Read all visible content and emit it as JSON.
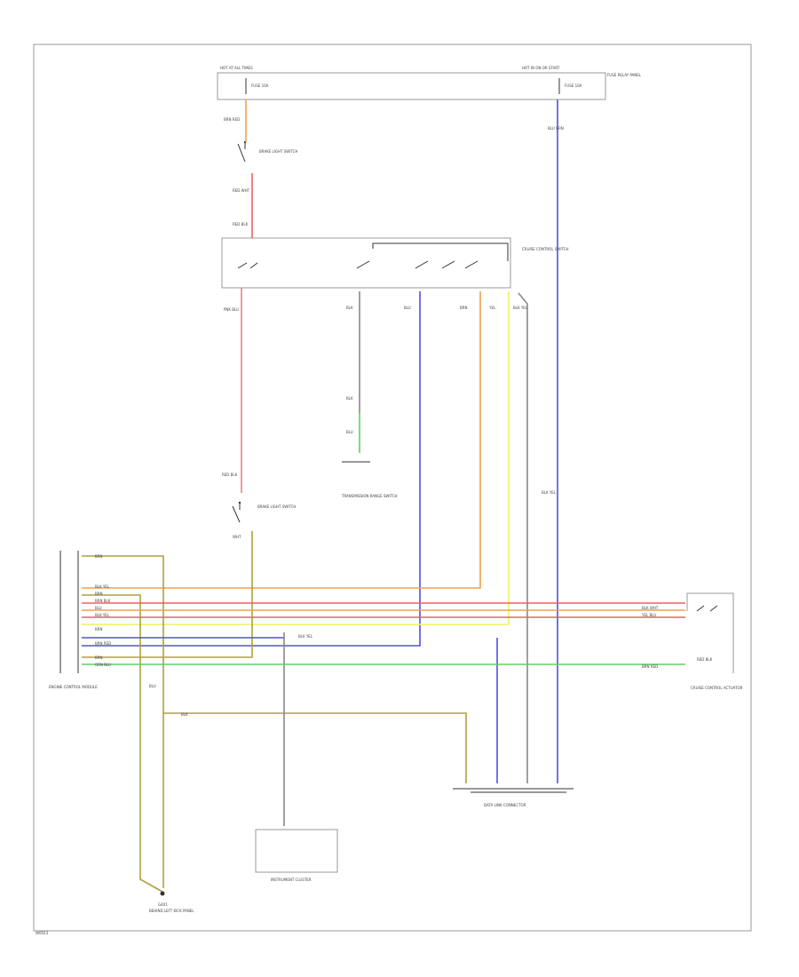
{
  "fuse_box": {
    "left_label": "HOT AT ALL TIMES",
    "right_label": "HOT IN ON OR START",
    "side_label": "FUSE RELAY PANEL",
    "fuse_left": "FUSE 10A",
    "fuse_right": "FUSE 10A"
  },
  "components": {
    "brake_switch_top": "BRAKE LIGHT SWITCH",
    "cruise_control_switch": "CRUISE CONTROL SWITCH",
    "brake_switch_mid": "BRAKE LIGHT SWITCH",
    "transmission_range_switch": "TRANSMISSION RANGE SWITCH",
    "engine_control_module": "ENGINE CONTROL MODULE",
    "cruise_control_actuator": "CRUISE CONTROL ACTUATOR",
    "data_link_connector": "DATA LINK CONNECTOR",
    "instrument_cluster": "INSTRUMENT CLUSTER",
    "ground": "G401",
    "ground_sub": "BEHIND LEFT KICK PANEL"
  },
  "wire_labels": {
    "w1": "BRN RED",
    "w2": "RED WHT",
    "w3": "RED BLK",
    "w4": "PNK BLU",
    "w5": "BLK",
    "w6": "BLU",
    "w7": "BRN",
    "w8": "YEL",
    "w9": "BLK YEL",
    "w10": "BLU GRN",
    "w11": "RED BLK",
    "w12": "BLK",
    "w13": "BLU",
    "w14": "WHT",
    "w15": "BRN",
    "w16": "BLK YEL",
    "w17": "BLK YEL",
    "w18": "BRN",
    "w19": "BRN BLK",
    "w20": "BLU",
    "w21": "BLK YEL",
    "w22": "BRN",
    "w23": "BRN RED",
    "w24": "BRN",
    "w25": "GRN BLU",
    "w26": "BLK YEL",
    "w27": "BLU",
    "w28": "BLK",
    "w29": "BLK WHT",
    "w30": "YEL BLU",
    "w31": "BRN RED",
    "w32": "RED BLK"
  },
  "footer_code": "W0023",
  "wire_colors": {
    "orange": "#f0a050",
    "red": "#f06060",
    "pink": "#f08080",
    "blue": "#5050e0",
    "green": "#60d060",
    "yellow": "#f0f060",
    "olive": "#b0a040",
    "gray": "#888888"
  }
}
